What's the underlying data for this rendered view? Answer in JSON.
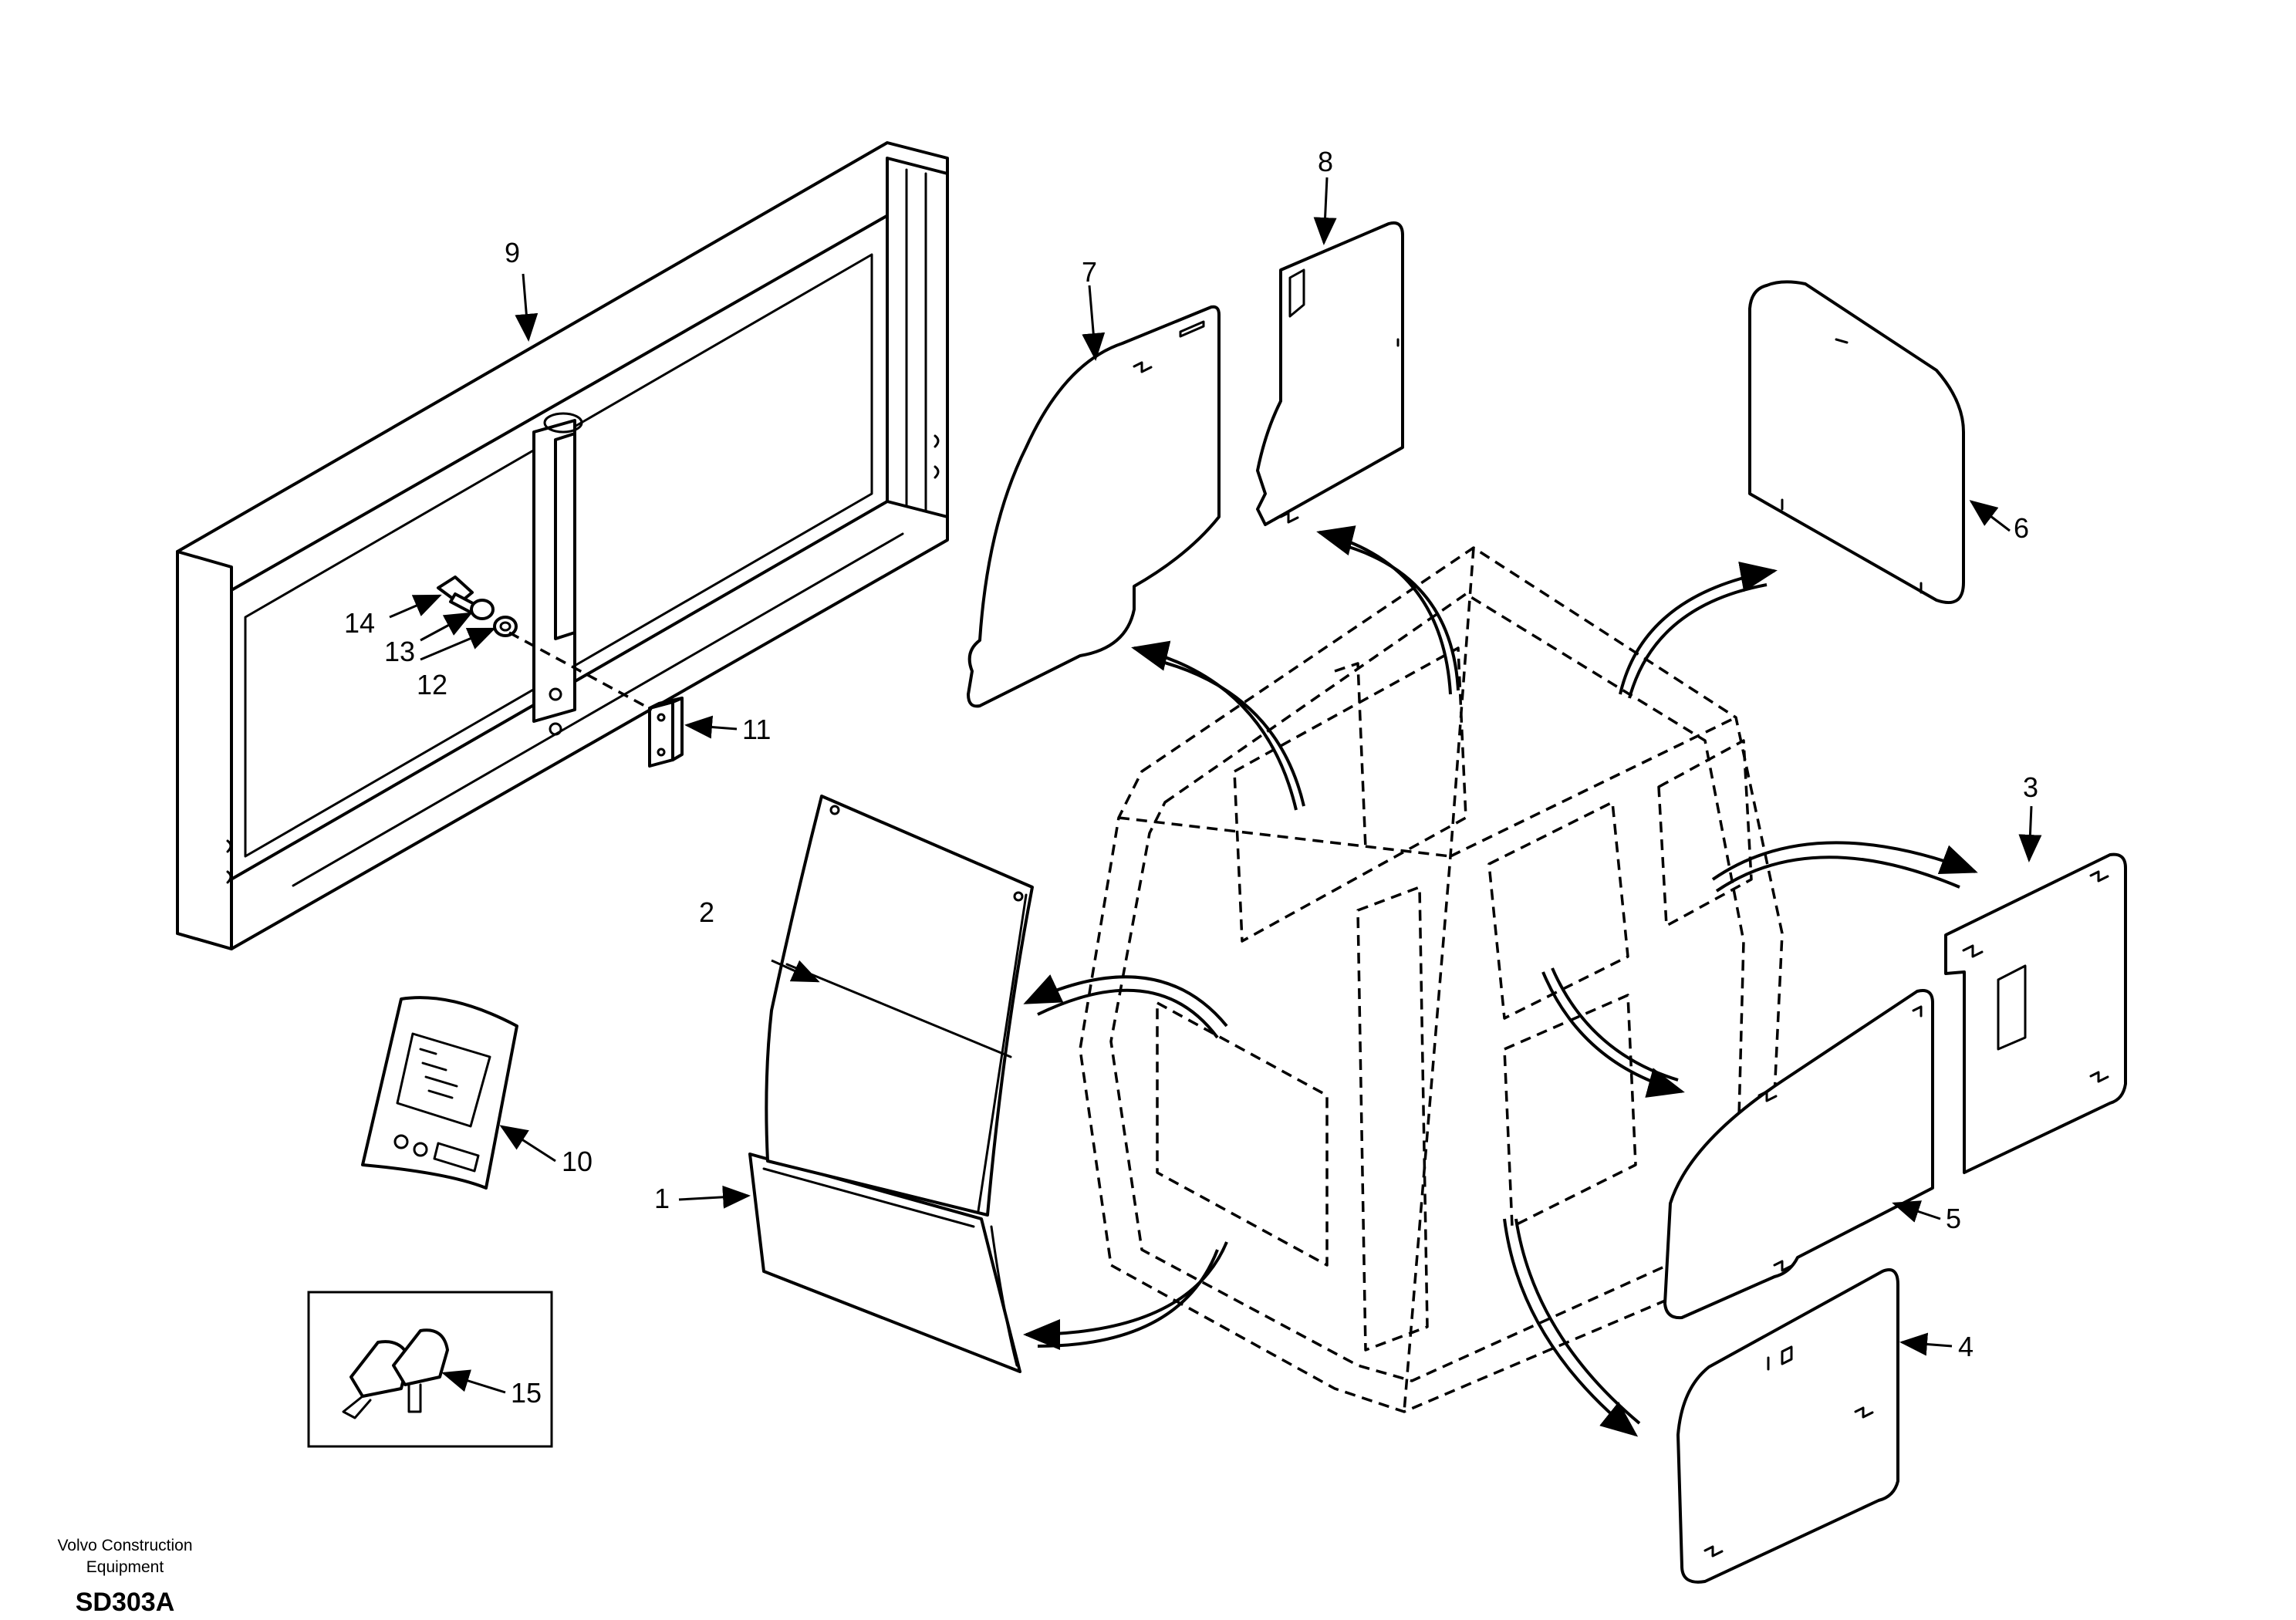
{
  "diagram": {
    "callouts": {
      "c1": "1",
      "c2": "2",
      "c3": "3",
      "c4": "4",
      "c5": "5",
      "c6": "6",
      "c7": "7",
      "c8": "8",
      "c9": "9",
      "c10": "10",
      "c11": "11",
      "c12": "12",
      "c13": "13",
      "c14": "14",
      "c15": "15"
    }
  },
  "footer": {
    "company_line1": "Volvo Construction",
    "company_line2": "Equipment",
    "code": "SD303A"
  },
  "colors": {
    "ink": "#000000",
    "paper": "#ffffff"
  }
}
